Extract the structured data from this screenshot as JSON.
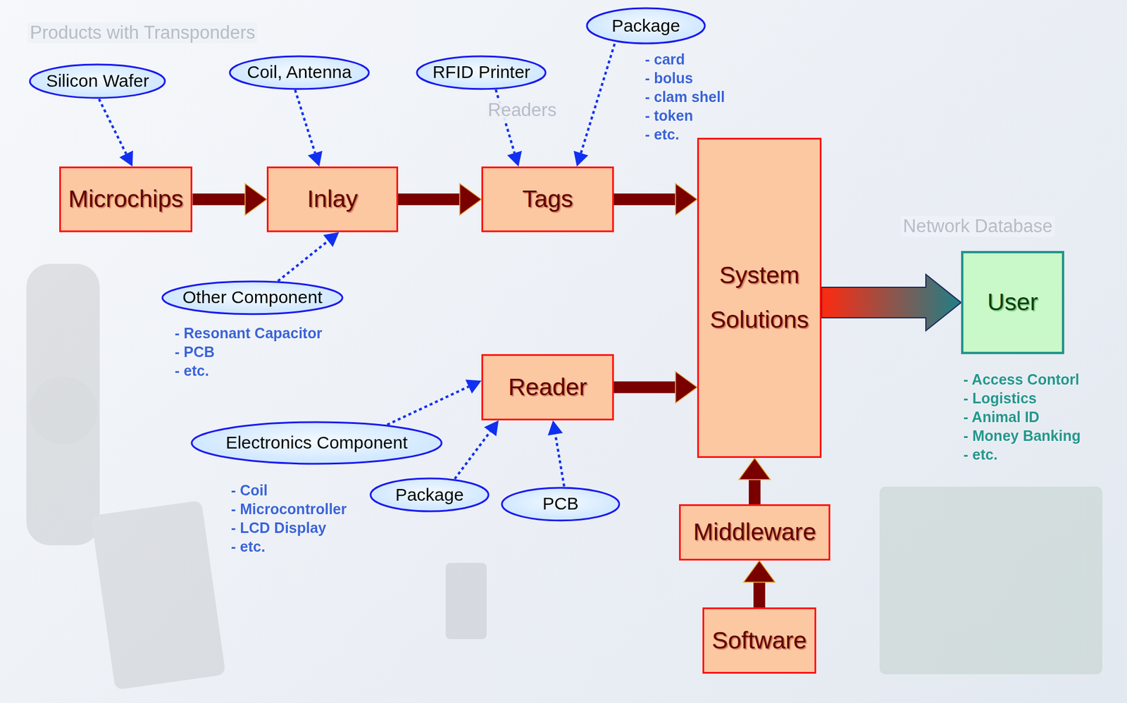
{
  "diagram": {
    "nodes": [
      {
        "text": [
          "Silicon Wafer"
        ]
      },
      {
        "text": [
          "Coil, Antenna"
        ]
      },
      {
        "text": [
          "RFID Printer"
        ]
      },
      {
        "text": [
          "Package"
        ]
      },
      {
        "text": [
          "Microchips"
        ]
      },
      {
        "text": [
          "Inlay"
        ]
      },
      {
        "text": [
          "Tags"
        ]
      },
      {
        "text": [
          "System Solutions"
        ]
      },
      {
        "text": [
          "User"
        ]
      },
      {
        "text": [
          "Other Component"
        ]
      },
      {
        "text": [
          "Reader"
        ]
      },
      {
        "text": [
          "Electronics Component"
        ]
      },
      {
        "text": [
          "Package"
        ]
      },
      {
        "text": [
          "PCB"
        ]
      },
      {
        "text": [
          "Middleware"
        ]
      },
      {
        "text": [
          "Software"
        ]
      }
    ],
    "edges": [
      {
        "from": 0,
        "to": 4,
        "arrow": "to"
      },
      {
        "from": 1,
        "to": 5,
        "arrow": "to"
      },
      {
        "from": 2,
        "to": 6,
        "arrow": "to"
      },
      {
        "from": 3,
        "to": 6,
        "arrow": "to"
      },
      {
        "from": 4,
        "to": 5,
        "arrow": "to"
      },
      {
        "from": 5,
        "to": 6,
        "arrow": "to"
      },
      {
        "from": 6,
        "to": 7,
        "arrow": "to"
      },
      {
        "from": 9,
        "to": 5,
        "arrow": "to"
      },
      {
        "from": 11,
        "to": 10,
        "arrow": "to"
      },
      {
        "from": 12,
        "to": 10,
        "arrow": "to"
      },
      {
        "from": 13,
        "to": 10,
        "arrow": "to"
      },
      {
        "from": 10,
        "to": 7,
        "arrow": "to"
      },
      {
        "from": 7,
        "to": 8,
        "arrow": "to"
      },
      {
        "from": 14,
        "to": 7,
        "arrow": "to"
      },
      {
        "from": 15,
        "to": 14,
        "arrow": "to"
      }
    ],
    "labels": [
      "Products with Transponders",
      "Readers",
      "Network Database",
      "- card",
      "- bolus",
      "- clam shell",
      "- token",
      "- etc.",
      "- Resonant Capacitor",
      "- PCB",
      "- etc.",
      "- Coil",
      "- Microcontroller",
      "- LCD Display",
      "- etc.",
      "- Access Contorl",
      "- Logistics",
      "- Animal ID",
      "- Money Banking",
      "- etc."
    ]
  }
}
